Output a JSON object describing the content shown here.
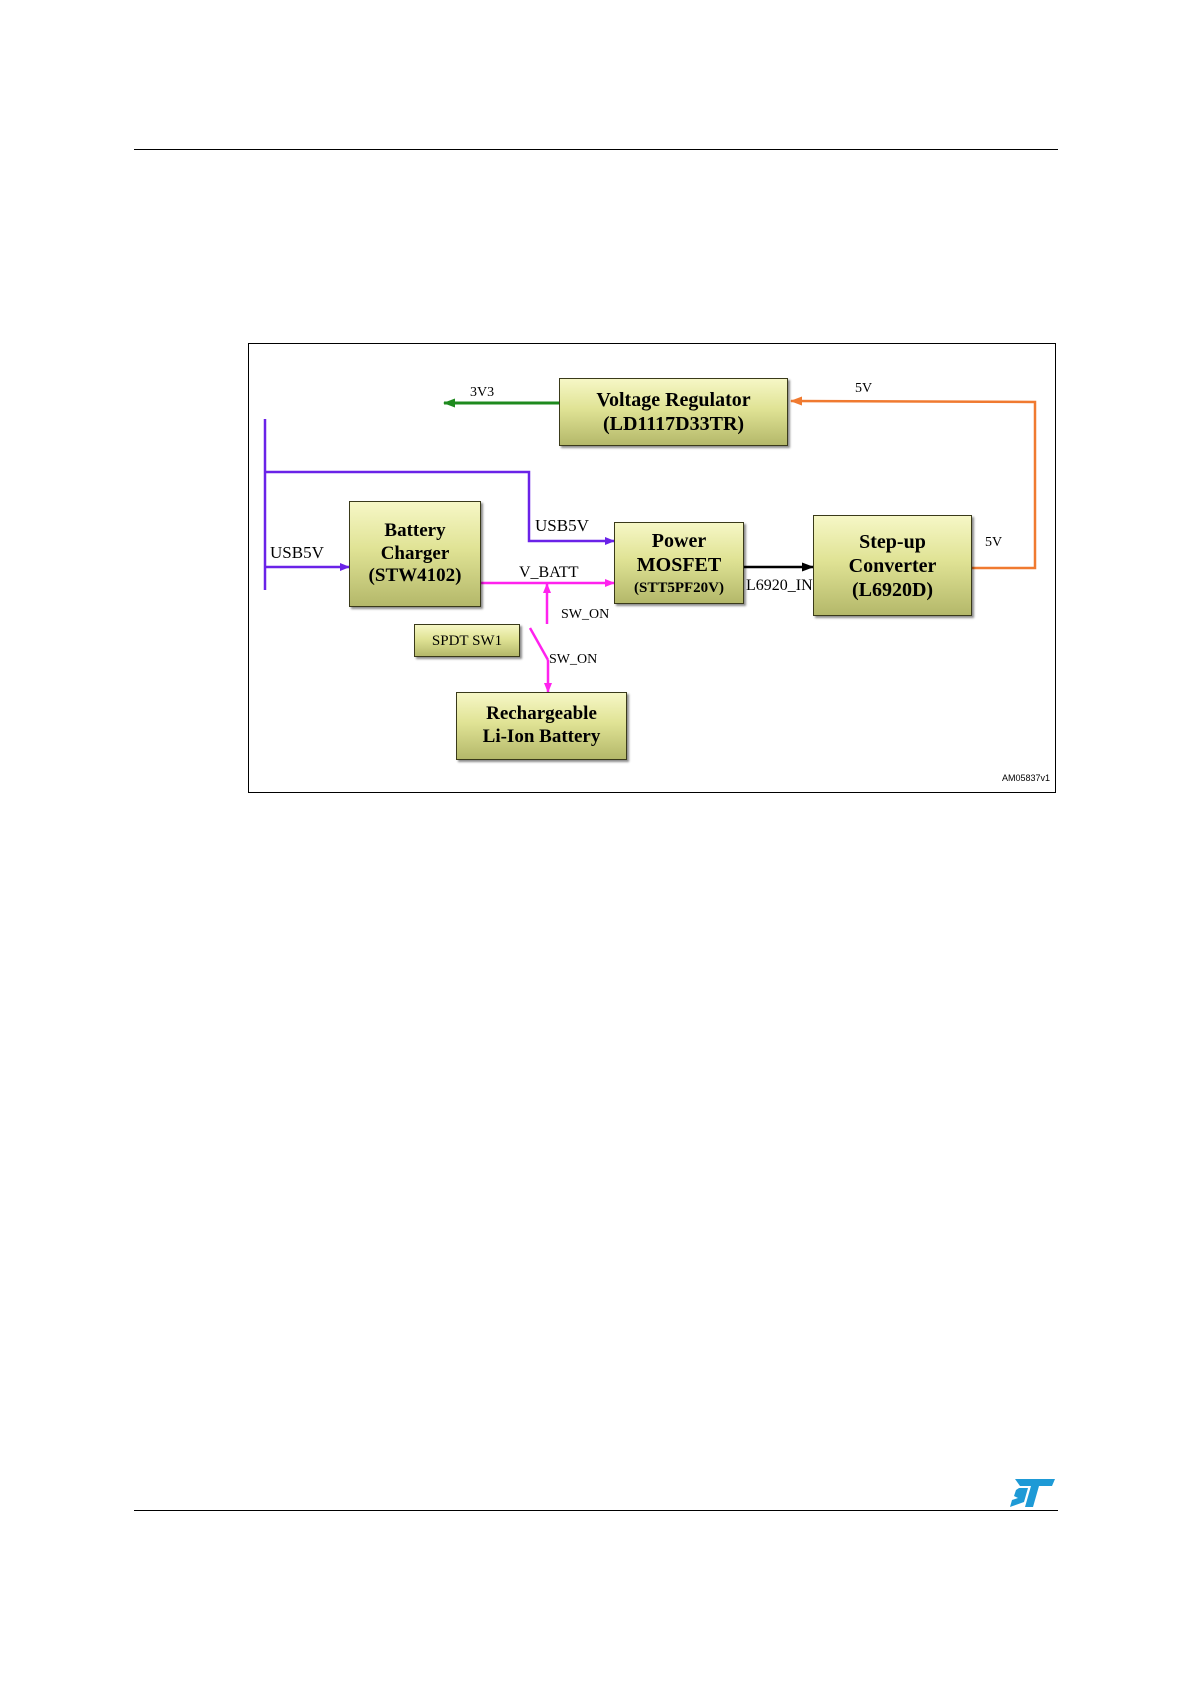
{
  "diagram": {
    "blocks": {
      "voltage_regulator": "Voltage Regulator\n(LD1117D33TR)",
      "battery_charger": "Battery\nCharger\n(STW4102)",
      "power_mosfet_name": "Power\nMOSFET",
      "power_mosfet_part": "(STT5PF20V)",
      "step_up_converter": "Step-up\nConverter\n(L6920D)",
      "spdt_switch": "SPDT SW1",
      "battery": "Rechargeable\nLi-Ion Battery"
    },
    "signals": {
      "out_3v3": "3V3",
      "fb_5v_top": "5V",
      "out_5v_right": "5V",
      "usb5v_left": "USB5V",
      "usb5v_mosfet": "USB5V",
      "v_batt": "V_BATT",
      "l6920_in": "L6920_IN",
      "sw_on_upper": "SW_ON",
      "sw_on_lower": "SW_ON"
    },
    "colors": {
      "usb5v_line": "#6a22e8",
      "vbatt_line": "#ff22ee",
      "out_3v3_line": "#1e8a1e",
      "out_5v_line": "#f07a30",
      "l6920_line": "#000000"
    },
    "figure_id": "AM05837v1"
  },
  "footer": {
    "logo": "ST"
  }
}
